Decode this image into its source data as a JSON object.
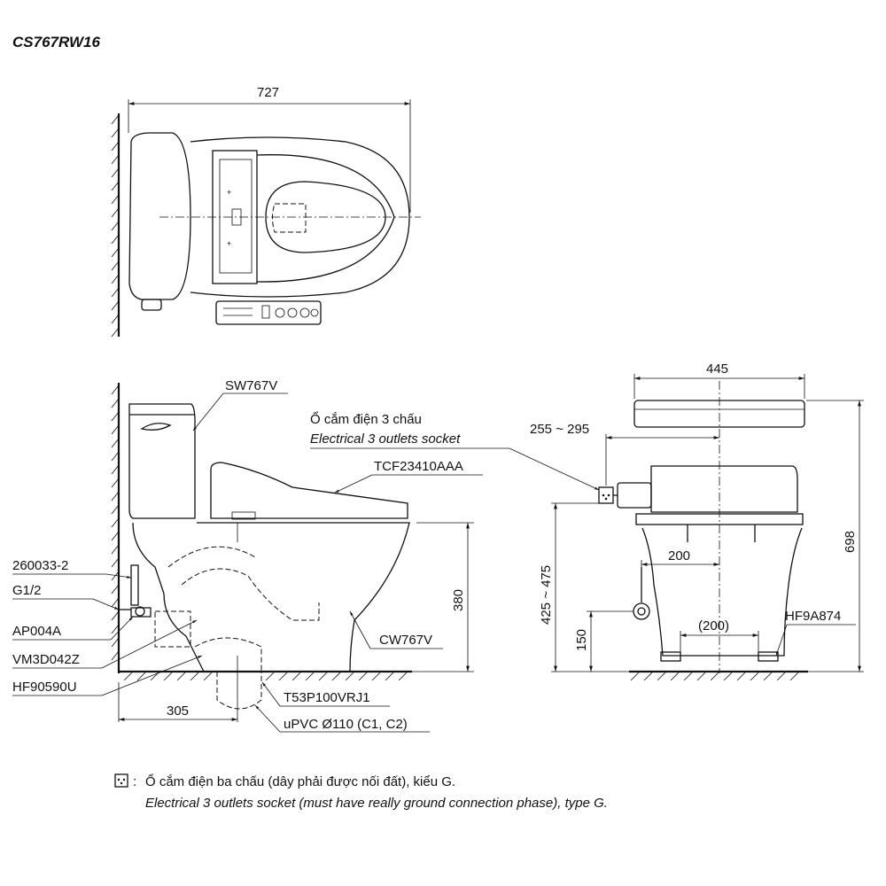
{
  "model": "CS767RW16",
  "dimensions": {
    "top_width": "727",
    "side_depth": "305",
    "side_height": "380",
    "front_width": "445",
    "front_socket_offset": "255 ~ 295",
    "front_center_offset": "200",
    "front_height": "698",
    "front_supply_height": "425 ~ 475",
    "front_valve_height": "150",
    "front_bolt_spacing": "(200)"
  },
  "parts": {
    "tank": "SW767V",
    "seat": "TCF23410AAA",
    "bowl": "CW767V",
    "hose": "260033-2",
    "thread": "G1/2",
    "angle_valve": "AP004A",
    "valve_set": "VM3D042Z",
    "floor_set": "HF90590U",
    "flange": "T53P100VRJ1",
    "pipe": "uPVC Ø110 (C1, C2)",
    "fixing_kit": "HF9A874"
  },
  "socket_callout": {
    "vi": "Ổ cắm điện 3 chấu",
    "en": "Electrical 3 outlets socket"
  },
  "note": {
    "symbol": "socket-icon",
    "separator": ":",
    "vi": "Ổ cắm điện ba chấu (dây phải được nối đất), kiểu G.",
    "en": "Electrical 3 outlets socket (must have really ground connection phase), type G."
  }
}
